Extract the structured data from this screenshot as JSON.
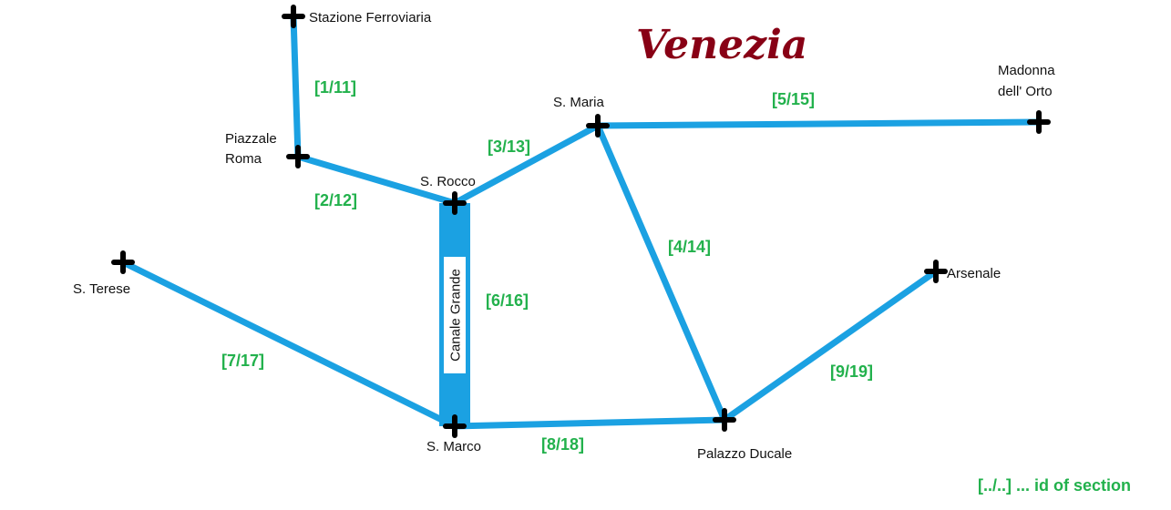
{
  "title": "Venezia",
  "legend": "[../..] ... id of section",
  "colors": {
    "line": "#1ba1e2",
    "node": "#000000",
    "section_id": "#22b14c",
    "title": "#880015"
  },
  "nodes": [
    {
      "id": "stazione",
      "label": "Stazione Ferroviaria"
    },
    {
      "id": "piazzale",
      "label": "Piazzale\nRoma"
    },
    {
      "id": "rocco",
      "label": "S. Rocco"
    },
    {
      "id": "maria",
      "label": "S. Maria"
    },
    {
      "id": "madonna",
      "label": "Madonna\ndell' Orto"
    },
    {
      "id": "terese",
      "label": "S. Terese"
    },
    {
      "id": "marco",
      "label": "S. Marco"
    },
    {
      "id": "ducale",
      "label": "Palazzo Ducale"
    },
    {
      "id": "arsenale",
      "label": "Arsenale"
    }
  ],
  "sections": [
    {
      "id": "[1/11]",
      "from": "stazione",
      "to": "piazzale"
    },
    {
      "id": "[2/12]",
      "from": "piazzale",
      "to": "rocco"
    },
    {
      "id": "[3/13]",
      "from": "rocco",
      "to": "maria"
    },
    {
      "id": "[4/14]",
      "from": "maria",
      "to": "ducale"
    },
    {
      "id": "[5/15]",
      "from": "maria",
      "to": "madonna"
    },
    {
      "id": "[6/16]",
      "from": "rocco",
      "to": "marco",
      "label": "Canale Grande"
    },
    {
      "id": "[7/17]",
      "from": "terese",
      "to": "marco"
    },
    {
      "id": "[8/18]",
      "from": "marco",
      "to": "ducale"
    },
    {
      "id": "[9/19]",
      "from": "ducale",
      "to": "arsenale"
    }
  ]
}
